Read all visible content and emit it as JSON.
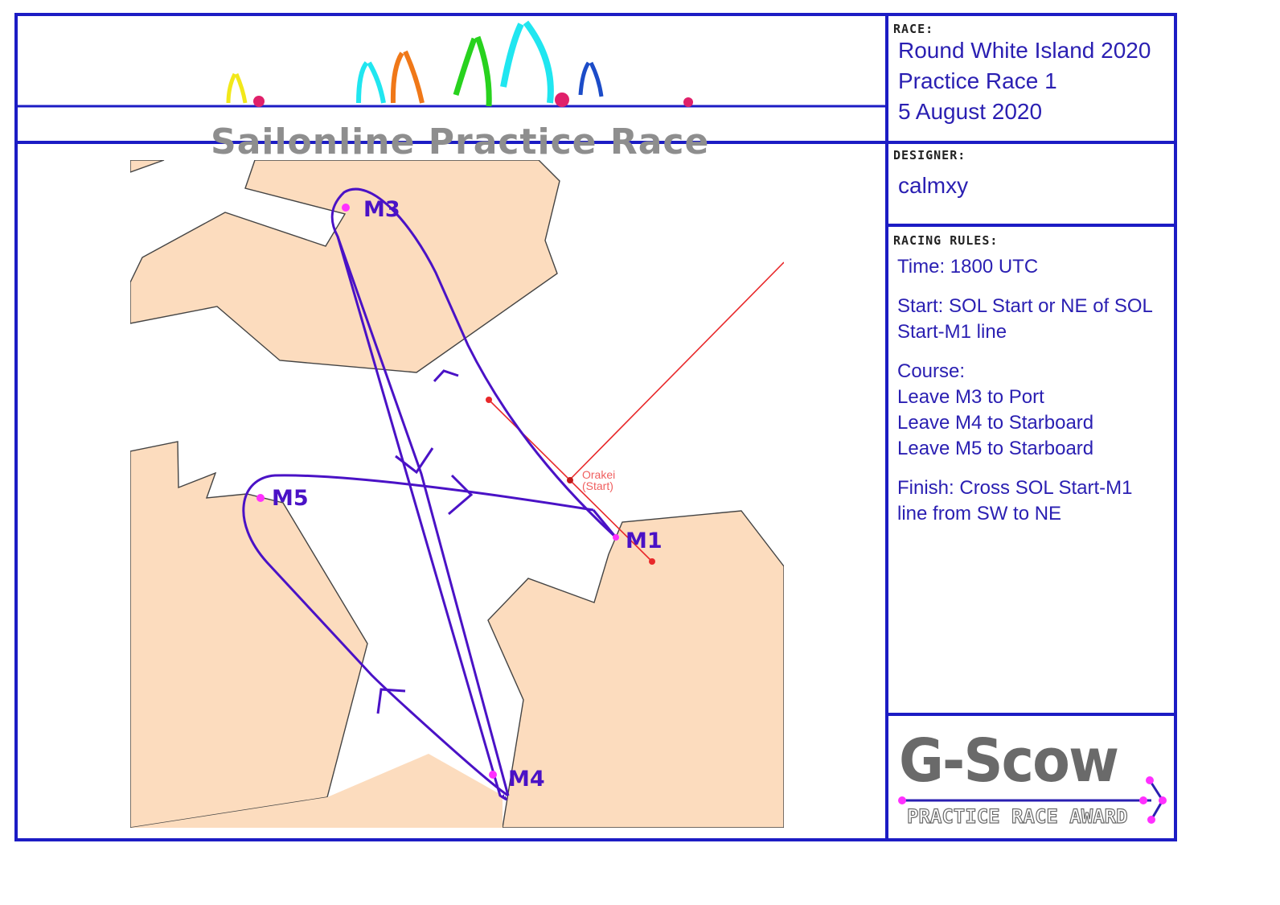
{
  "banner": {
    "title": "Sailonline Practice Race"
  },
  "race": {
    "heading": "RACE:",
    "lines": [
      "Round White Island 2020",
      "Practice Race 1",
      "5 August 2020"
    ]
  },
  "designer": {
    "heading": "DESIGNER:",
    "name": "calmxy"
  },
  "racing_rules": {
    "heading": "RACING RULES:",
    "time": "Time: 1800 UTC",
    "start": [
      "Start: SOL Start or NE of SOL",
      "Start-M1 line"
    ],
    "course": [
      "Course:",
      "Leave M3 to Port",
      "Leave M4 to Starboard",
      "Leave M5 to Starboard"
    ],
    "finish": [
      "Finish: Cross SOL Start-M1",
      "line from SW to NE"
    ]
  },
  "map": {
    "marks": [
      "M1",
      "M3",
      "M4",
      "M5"
    ],
    "start_label": [
      "Orakei",
      "(Start)"
    ],
    "colors": {
      "land": "#fcdcbe",
      "course": "#4a12c6",
      "start_line": "#e8282a",
      "mark": "#ff30ff"
    }
  },
  "logo": {
    "title": "G-Scow",
    "subtitle": "PRACTICE RACE AWARD"
  }
}
